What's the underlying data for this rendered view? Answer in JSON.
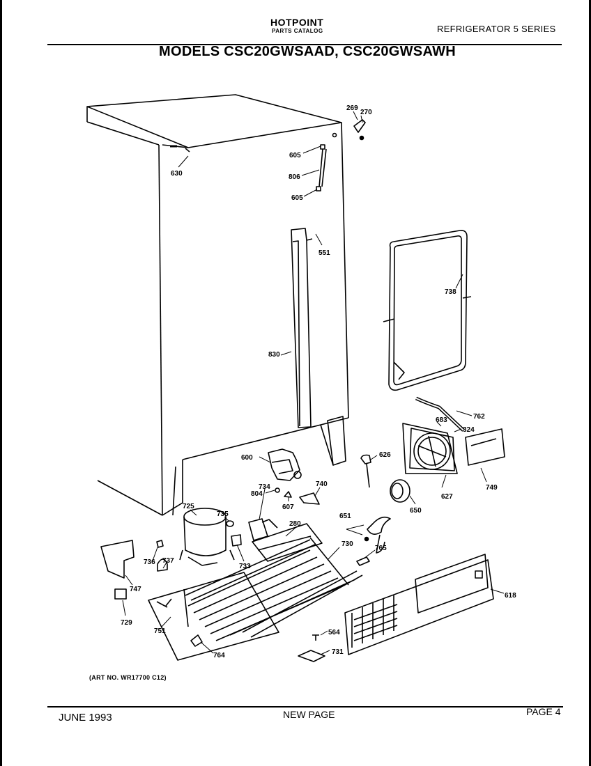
{
  "header": {
    "brand": "HOTPOINT",
    "catalog": "PARTS CATALOG",
    "series": "REFRIGERATOR 5 SERIES"
  },
  "title": "MODELS CSC20GWSAAD, CSC20GWSAWH",
  "art_number": "(ART NO. WR17700 C12)",
  "footer": {
    "date": "JUNE 1993",
    "note": "NEW PAGE",
    "page": "PAGE 4"
  },
  "callouts": {
    "c269": "269",
    "c270": "270",
    "c605a": "605",
    "c806": "806",
    "c605b": "605",
    "c630": "630",
    "c551": "551",
    "c738": "738",
    "c830": "830",
    "c762": "762",
    "c683": "683",
    "c324": "324",
    "c600": "600",
    "c626": "626",
    "c749": "749",
    "c804": "804",
    "c607": "607",
    "c740": "740",
    "c627": "627",
    "c725": "725",
    "c735": "735",
    "c734": "734",
    "c280": "280",
    "c651": "651",
    "c650": "650",
    "c736": "736",
    "c737": "737",
    "c733": "733",
    "c730": "730",
    "c765": "765",
    "c747": "747",
    "c618": "618",
    "c729": "729",
    "c751": "751",
    "c564": "564",
    "c731": "731",
    "c764": "764"
  }
}
